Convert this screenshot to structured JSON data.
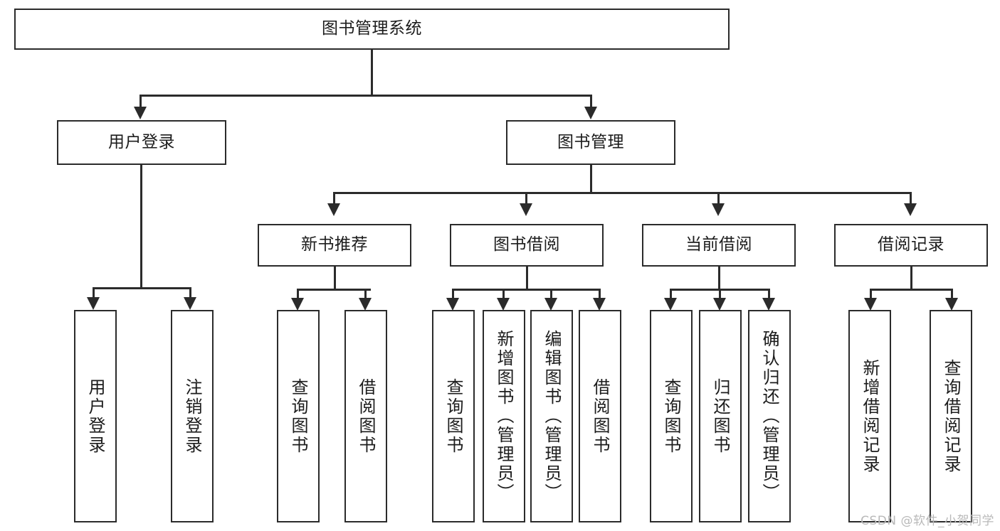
{
  "diagram": {
    "type": "tree",
    "title": "图书管理系统",
    "root": {
      "id": "root",
      "label": "图书管理系统"
    },
    "level2": [
      {
        "id": "user-login",
        "label": "用户登录"
      },
      {
        "id": "book-manage",
        "label": "图书管理"
      }
    ],
    "level3": [
      {
        "id": "new-book-rec",
        "label": "新书推荐",
        "parent": "book-manage"
      },
      {
        "id": "book-borrow",
        "label": "图书借阅",
        "parent": "book-manage"
      },
      {
        "id": "current-borrow",
        "label": "当前借阅",
        "parent": "book-manage"
      },
      {
        "id": "borrow-record",
        "label": "借阅记录",
        "parent": "book-manage"
      }
    ],
    "leaves": {
      "user_login": [
        {
          "id": "leaf-user-login",
          "label": "用户登录"
        },
        {
          "id": "leaf-logout",
          "label": "注销登录"
        }
      ],
      "new_book_rec": [
        {
          "id": "leaf-query-book-1",
          "label": "查询图书"
        },
        {
          "id": "leaf-borrow-book-1",
          "label": "借阅图书"
        }
      ],
      "book_borrow": [
        {
          "id": "leaf-query-book-2",
          "label": "查询图书"
        },
        {
          "id": "leaf-add-book",
          "label": "新增图书（管理员）"
        },
        {
          "id": "leaf-edit-book",
          "label": "编辑图书（管理员）"
        },
        {
          "id": "leaf-borrow-book-2",
          "label": "借阅图书"
        }
      ],
      "current_borrow": [
        {
          "id": "leaf-query-book-3",
          "label": "查询图书"
        },
        {
          "id": "leaf-return-book",
          "label": "归还图书"
        },
        {
          "id": "leaf-confirm-return",
          "label": "确认归还（管理员）"
        }
      ],
      "borrow_record": [
        {
          "id": "leaf-add-record",
          "label": "新增借阅记录"
        },
        {
          "id": "leaf-query-record",
          "label": "查询借阅记录"
        }
      ]
    }
  },
  "watermark": {
    "text": "CSDN @软件_小贺同学"
  },
  "colors": {
    "stroke": "#2b2b2b",
    "fill": "#ffffff",
    "text": "#1c1c1c",
    "watermark": "#b9b9b9"
  }
}
